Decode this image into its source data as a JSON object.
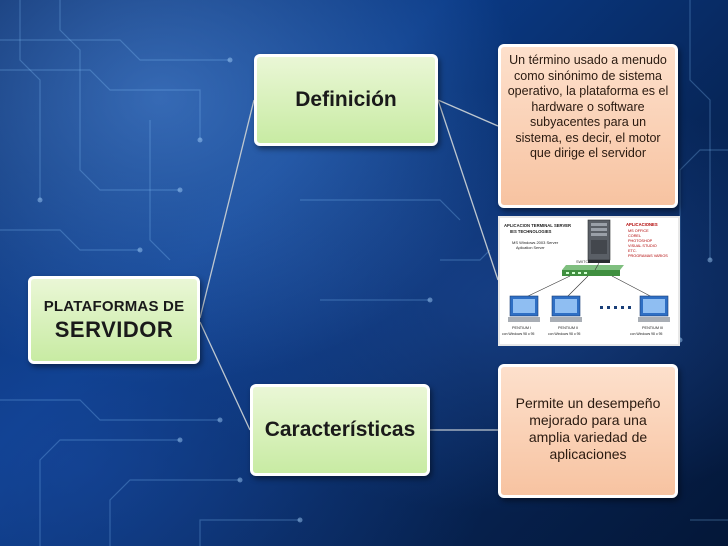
{
  "root": {
    "line1": "PLATAFORMAS DE",
    "line2": "SERVIDOR"
  },
  "definicion": {
    "title": "Definición",
    "description": "Un término usado a menudo como sinónimo de sistema operativo, la plataforma es el hardware o software subyacentes para un sistema, es decir, el motor que dirige el servidor"
  },
  "caracteristicas": {
    "title": "Características",
    "description": "Permite un desempeño mejorado para una amplia variedad de aplicaciones"
  },
  "network_diagram": {
    "server_title": "APLICACION TERMINAL SERVER",
    "server_subtitle": "IES TECHNOLOGIES",
    "server_os": "MS Windows 2003 Server",
    "server_os2": "Aplication Server",
    "apps_title": "APLICACIONES",
    "apps": [
      "MS OFFICE",
      "COREL",
      "PHOTOSHOP",
      "VISUAL STUDIO",
      "ETC.",
      "PROGRAMAS VARIOS"
    ],
    "switch_label": "SWITCH",
    "clients": [
      {
        "name": "PENTIUM I",
        "os": "con Windows 98 o 95"
      },
      {
        "name": "PENTIUM II",
        "os": "con Windows 98 o 95"
      },
      {
        "name": "PENTIUM III",
        "os": "con Windows 98 o 95"
      }
    ]
  },
  "colors": {
    "green_box": "#c8eba3",
    "orange_box": "#f7c3a1",
    "background": "#0a3a86",
    "border": "#ffffff"
  }
}
